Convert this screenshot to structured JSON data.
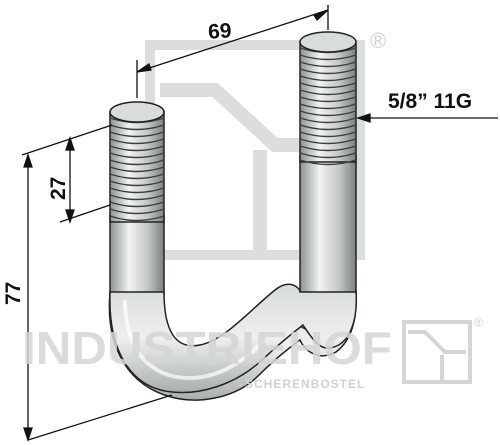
{
  "dimensions": {
    "width": "69",
    "thread_length": "27",
    "total_height": "77",
    "thread_spec": "5/8” 11G"
  },
  "watermark": {
    "brand": "INDUSTRIEHOF",
    "location": "SCHERENBOSTEL",
    "registered": "®"
  },
  "colors": {
    "steel_light": "#e6e8e8",
    "steel_mid": "#b9bdbd",
    "steel_dark": "#6e7373",
    "outline": "#222222",
    "watermark": "#d4d6d6"
  }
}
